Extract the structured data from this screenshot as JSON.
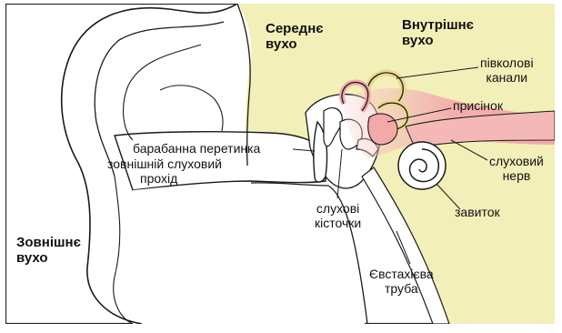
{
  "diagram": {
    "labels": {
      "outer_ear": [
        "Зовнішнє",
        "вухо"
      ],
      "middle_ear": [
        "Середнє",
        "вухо"
      ],
      "inner_ear": [
        "Внутрішнє",
        "вухо"
      ],
      "semicircular_canals": [
        "півколові",
        "канали"
      ],
      "vestibule": "присінок",
      "eardrum": "барабанна перетинка",
      "ear_canal": [
        "зовнішній слуховий",
        "прохід"
      ],
      "auditory_nerve": [
        "слуховий",
        "нерв"
      ],
      "cochlea": "завиток",
      "ossicles": [
        "слухові",
        "кісточки"
      ],
      "eustachian_tube": [
        "Євстахієва",
        "труба"
      ]
    },
    "colors": {
      "bone": "#f3efb8",
      "skin_outline": "#1a1a1a",
      "inner_ear_tint": "#f4b9b7",
      "canal_fill": "#ffffff",
      "labyrinth": "#e9d88f"
    }
  }
}
